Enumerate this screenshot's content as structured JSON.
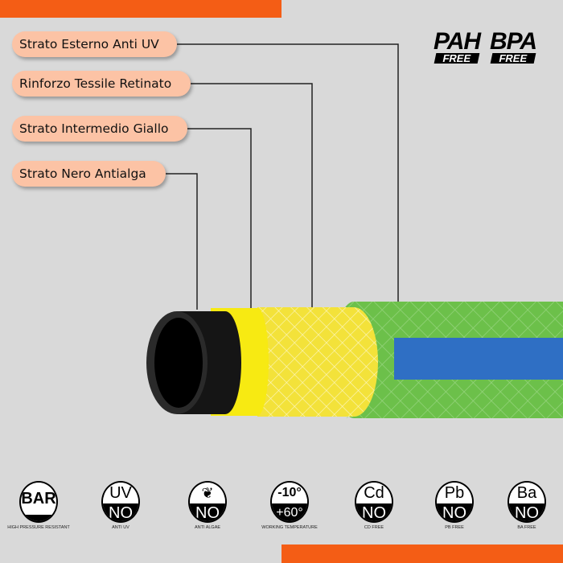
{
  "labels": [
    "Strato Esterno Anti UV",
    "Rinforzo Tessile Retinato",
    "Strato Intermedio Giallo",
    "Strato Nero Antialga"
  ],
  "badges": [
    {
      "big": "PAH",
      "small": "FREE"
    },
    {
      "big": "BPA",
      "small": "FREE"
    }
  ],
  "features": [
    {
      "top": "BAR",
      "bottom": "",
      "caption": "HIGH PRESSURE RESISTANT"
    },
    {
      "top": "UV",
      "bottom": "NO",
      "caption": "ANTI UV"
    },
    {
      "top": "",
      "bottom": "NO",
      "caption": "ANTI ALGAE",
      "icon": "leaf-icon"
    },
    {
      "top": "-10°",
      "bottom": "+60°",
      "caption": "WORKING TEMPERATURE"
    },
    {
      "top": "Cd",
      "bottom": "NO",
      "caption": "CD FREE"
    },
    {
      "top": "Pb",
      "bottom": "NO",
      "caption": "PB FREE"
    },
    {
      "top": "Ba",
      "bottom": "NO",
      "caption": "BA FREE"
    }
  ],
  "colors": {
    "accent": "#f45d15",
    "pill": "#fcc3a5"
  }
}
